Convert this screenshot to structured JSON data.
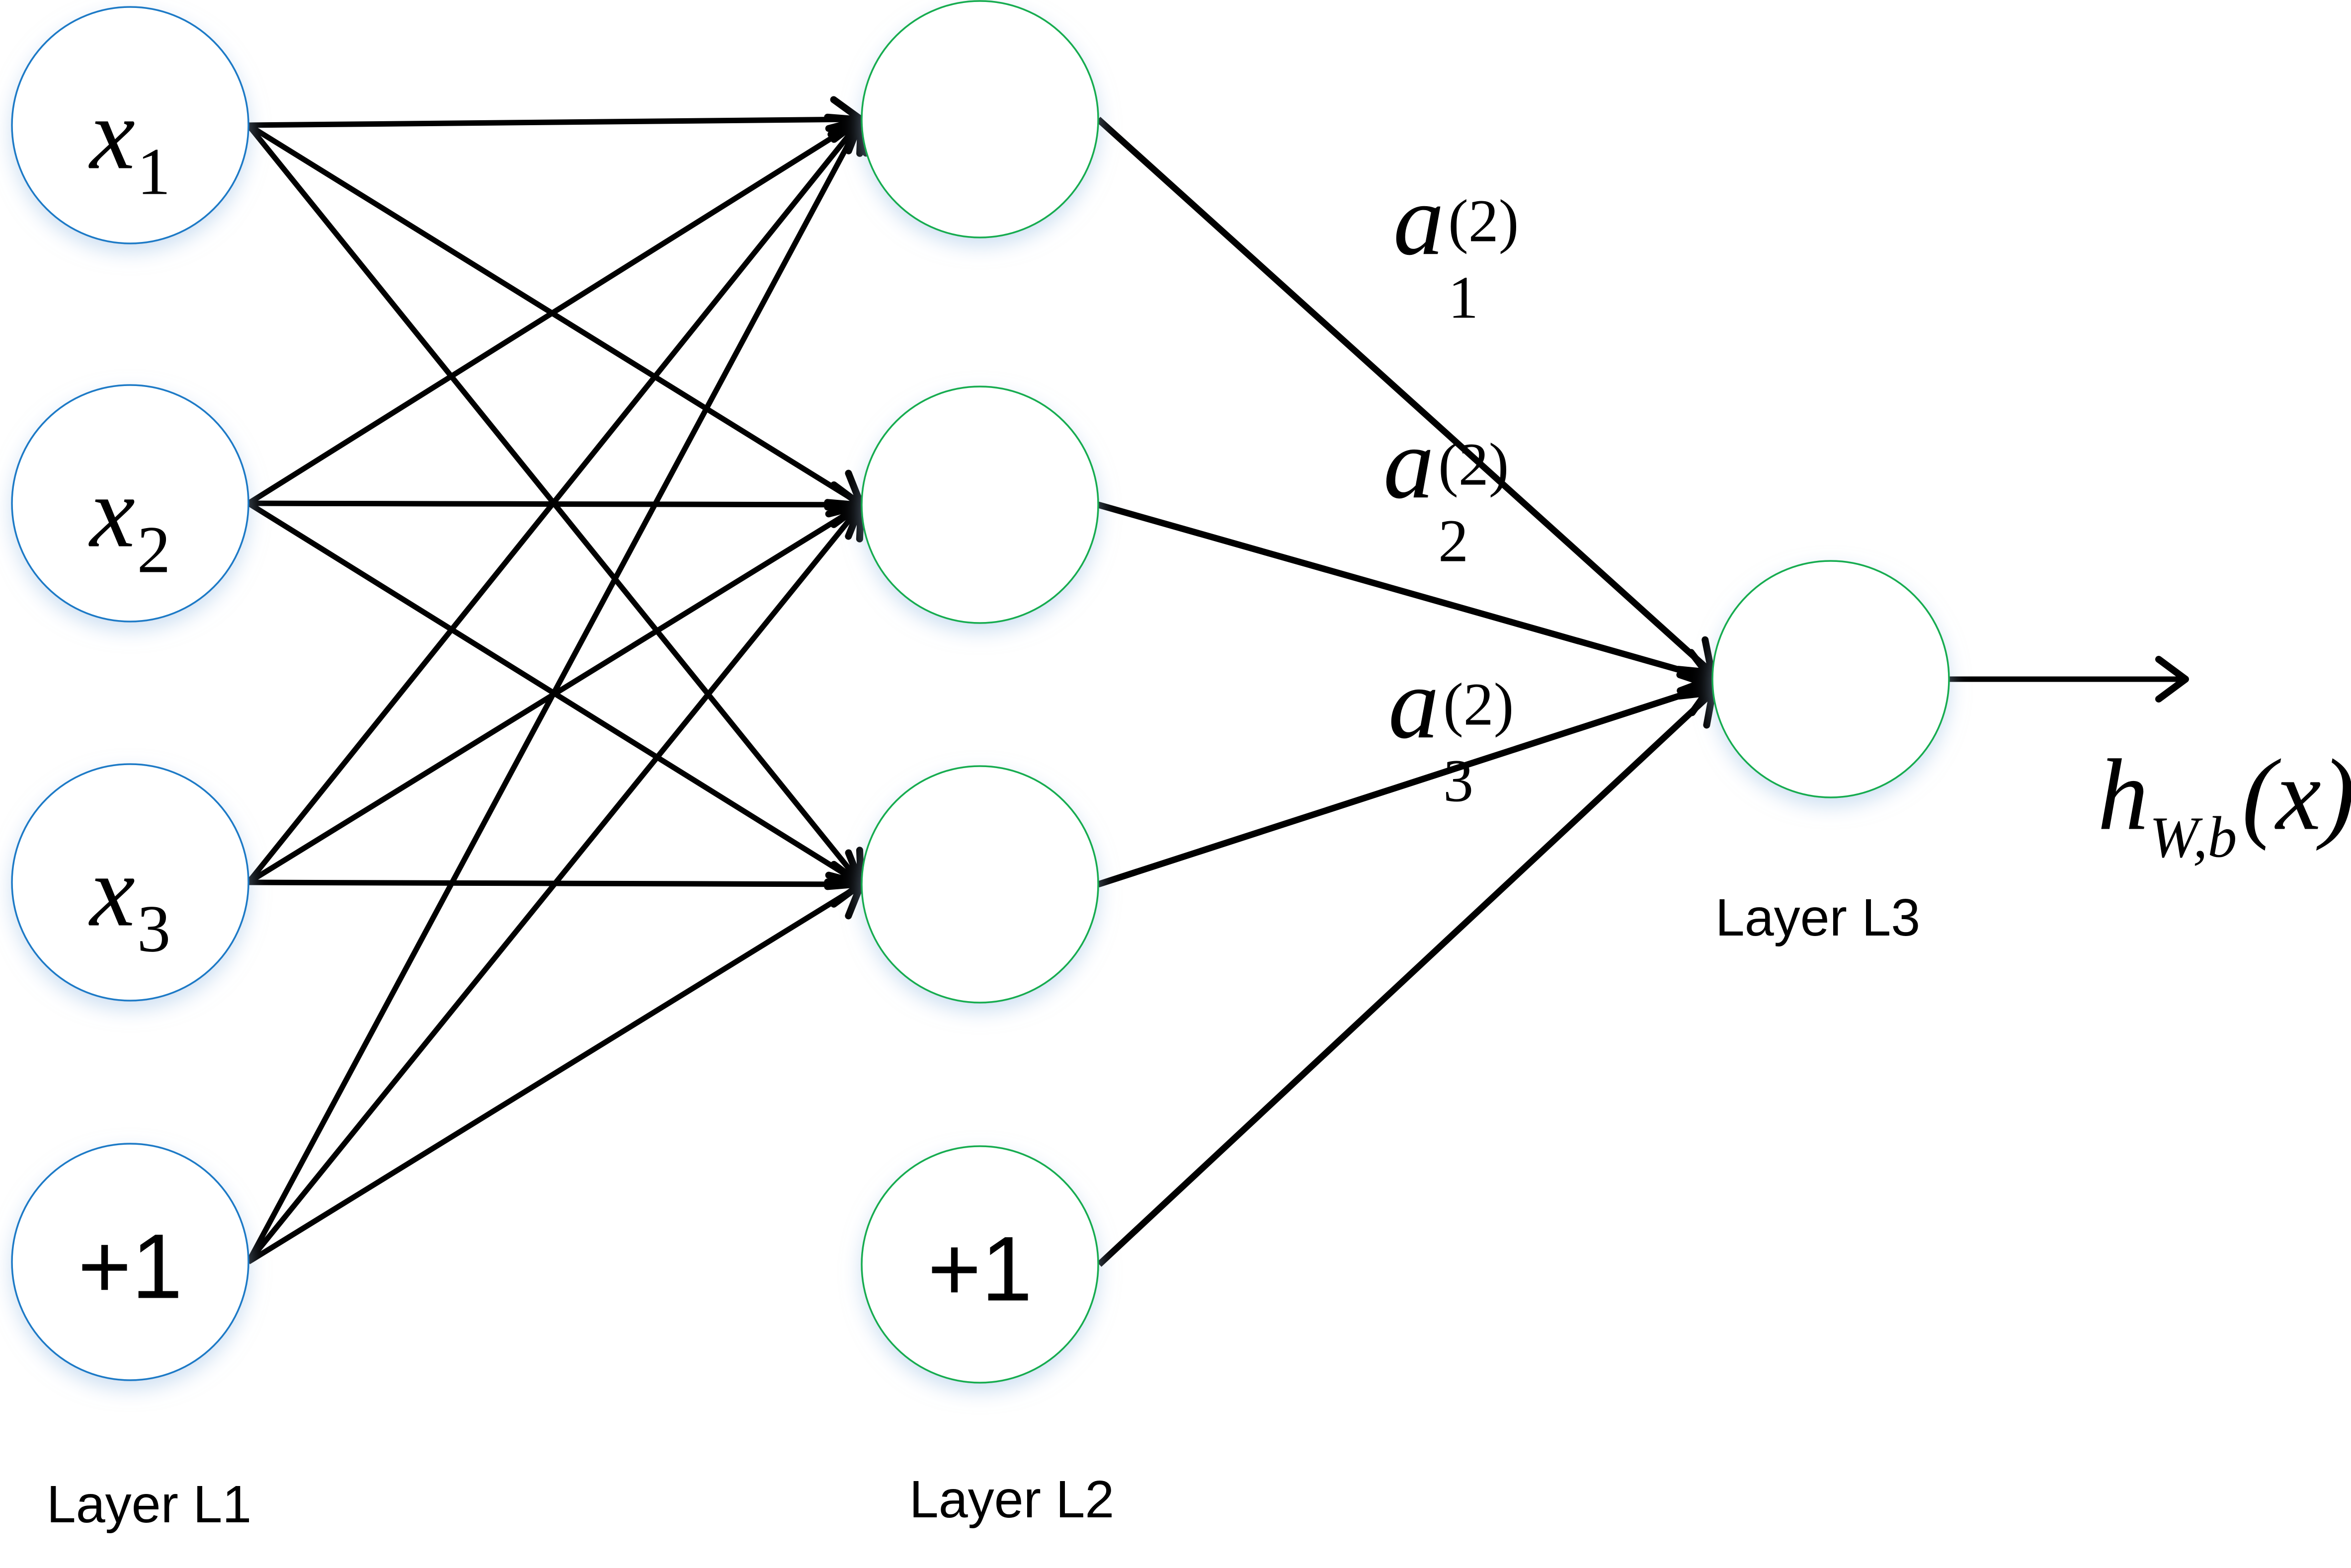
{
  "diagram": {
    "kind": "neural-network",
    "colors": {
      "input_node_stroke": "#1E7AC6",
      "hidden_node_stroke": "#12AC50",
      "output_node_stroke": "#12AC50",
      "edge": "#000000",
      "text": "#000000",
      "node_shadow": "#A9C7E8",
      "background": "#FFFFFF"
    },
    "input_nodes": [
      {
        "base": "x",
        "sub": "1"
      },
      {
        "base": "x",
        "sub": "2"
      },
      {
        "base": "x",
        "sub": "3"
      },
      {
        "plain": "+1"
      }
    ],
    "hidden_nodes": [
      {
        "plain": ""
      },
      {
        "plain": ""
      },
      {
        "plain": ""
      },
      {
        "plain": "+1"
      }
    ],
    "activation_labels": [
      {
        "base": "a",
        "sub": "1",
        "sup": "(2)"
      },
      {
        "base": "a",
        "sub": "2",
        "sup": "(2)"
      },
      {
        "base": "a",
        "sub": "3",
        "sup": "(2)"
      }
    ],
    "output_label": {
      "base": "h",
      "sub": "W,b",
      "arg": "(x)"
    },
    "layer_captions": {
      "layer1": "Layer L1",
      "layer2": "Layer L2",
      "layer3": "Layer L3"
    }
  }
}
